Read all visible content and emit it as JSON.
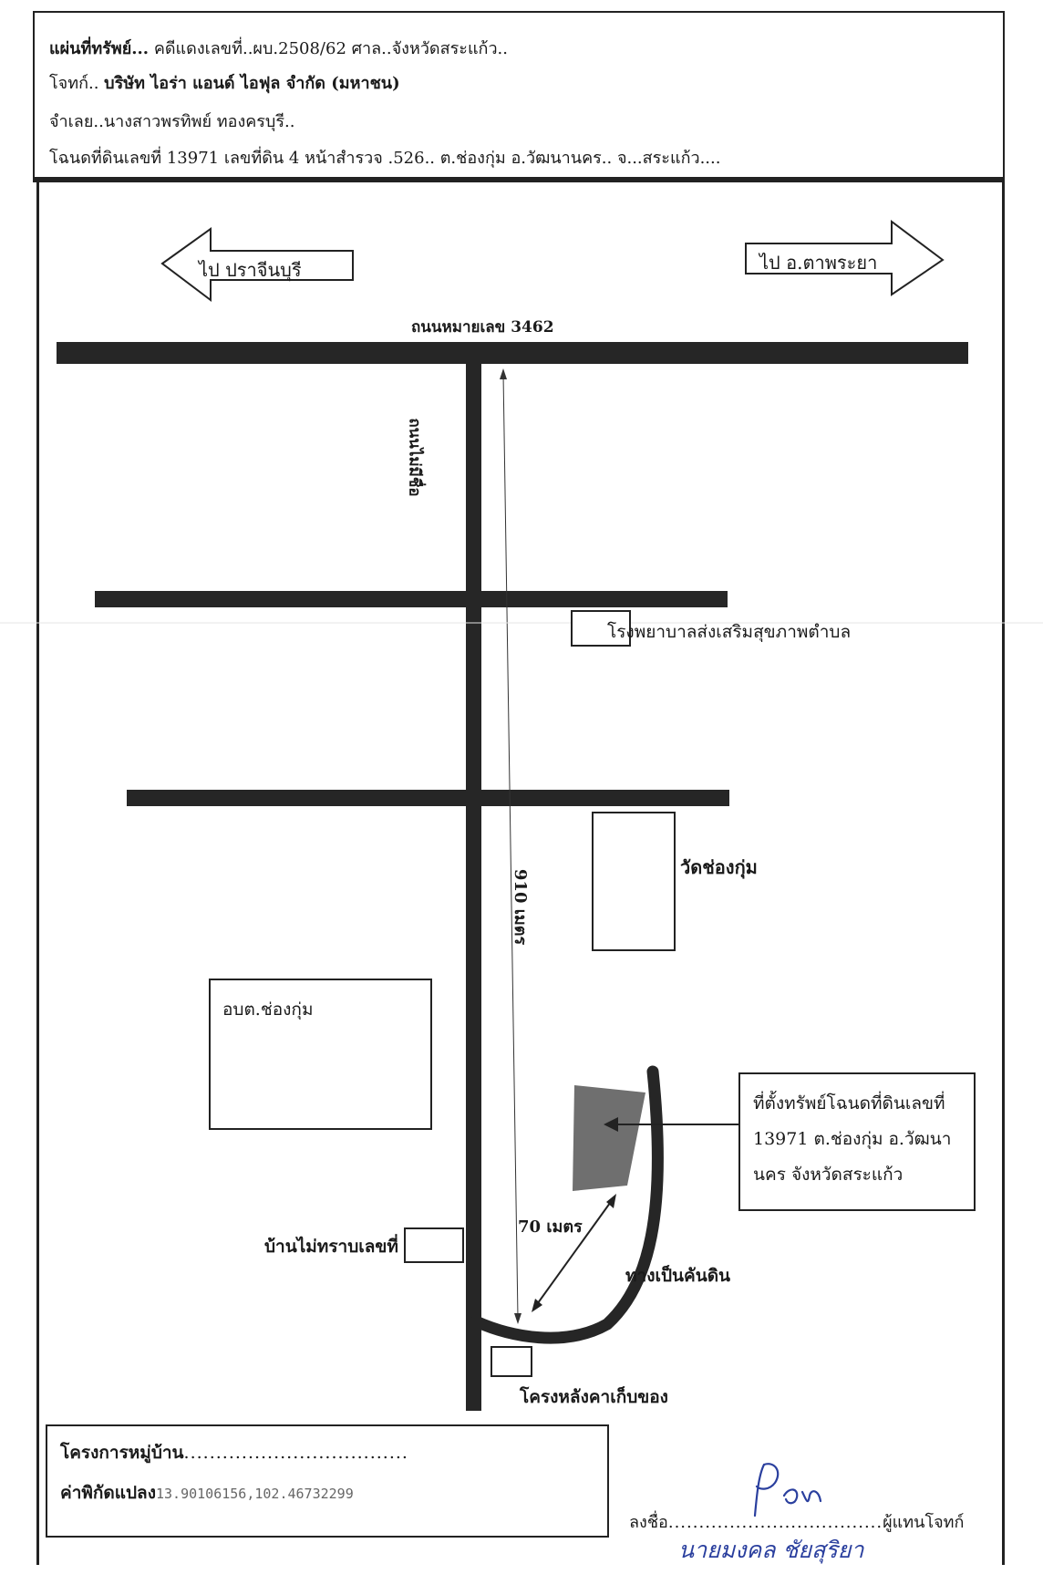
{
  "header": {
    "line1_label": "แผ่นที่ทรัพย์...",
    "line1_value": "คดีแดงเลขที่..ผบ.2508/62 ศาล..จังหวัดสระแก้ว..",
    "line2_label": "โจทก์..",
    "line2_value": "บริษัท ไอร่า แอนด์ ไอฟุล จำกัด (มหาชน)",
    "line3": "จำเลย..นางสาวพรทิพย์ ทองครบุรี..",
    "line4": "โฉนดที่ดินเลขที่ 13971  เลขที่ดิน 4 หน้าสำรวจ .526.. ต.ช่องกุ่ม  อ.วัฒนานคร..  จ...สระแก้ว...."
  },
  "map": {
    "arrow_left": "ไป ปราจีนบุรี",
    "arrow_right": "ไป อ.ตาพระยา",
    "main_road": "ถนนหมายเลข 3462",
    "side_road": "ถนนไม่มีชื่อ",
    "distance_main": "910 เมตร",
    "hospital": "โรงพยาบาลส่งเสริมสุขภาพตำบล",
    "temple": "วัดช่องกุ่ม",
    "sao": "อบต.ช่องกุ่ม",
    "property_callout": [
      "ที่ตั้งทรัพย์โฉนดที่ดินเลขที่",
      "13971  ต.ช่องกุ่ม อ.วัฒนา",
      "นคร จังหวัดสระแก้ว"
    ],
    "distance_branch": "70 เมตร",
    "house": "บ้านไม่ทราบเลขที่",
    "dirt_road": "ทางเป็นคันดิน",
    "shed": "โครงหลังคาเก็บของ"
  },
  "footer": {
    "project_label": "โครงการหมู่บ้าน",
    "project_dots": "...................................",
    "coord_label": "ค่าพิกัดแปลง",
    "coord_value": "13.90106156,102.46732299",
    "sign_label": "ลงชื่อ",
    "sign_dots": "...................................",
    "sign_role": "ผู้แทนโจทก์",
    "signer_name": "นายมงคล ชัยสุริยา"
  },
  "colors": {
    "road": "#262626",
    "property": "#6f6f6f",
    "ink_blue": "#2a3f9e"
  }
}
